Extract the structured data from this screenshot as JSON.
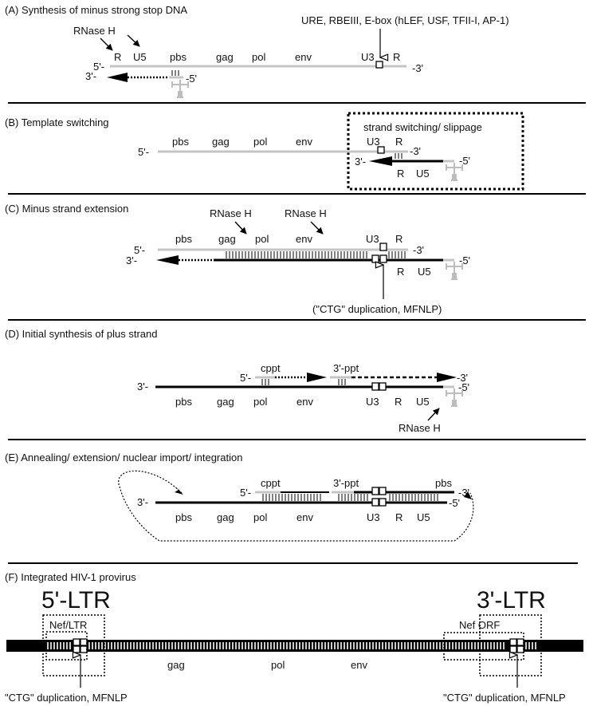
{
  "figure": {
    "subject": "HIV-1 reverse transcription and integration",
    "panels": [
      {
        "id": "A",
        "title": "(A) Synthesis of minus strong stop DNA",
        "labels": {
          "rnase_h": "RNase H",
          "R": "R",
          "U5": "U5",
          "pbs": "pbs",
          "gag": "gag",
          "pol": "pol",
          "env": "env",
          "U3": "U3",
          "R2": "R",
          "five_prime": "5'-",
          "three_prime_end": "-3'",
          "minus_three_prime": "3'-",
          "minus_five_prime": "-5'",
          "annotation": "URE, RBEIII, E-box (hLEF, USF, TFII-I, AP-1)"
        }
      },
      {
        "id": "B",
        "title": "(B) Template switching",
        "labels": {
          "box_caption": "strand switching/ slippage",
          "pbs": "pbs",
          "gag": "gag",
          "pol": "pol",
          "env": "env",
          "U3": "U3",
          "R_top": "R",
          "R_bottom": "R",
          "U5": "U5",
          "five_prime": "5'-",
          "three_prime_end": "-3'",
          "minus_three_prime": "3'-",
          "minus_five_prime": "-5'"
        }
      },
      {
        "id": "C",
        "title": "(C) Minus strand extension",
        "labels": {
          "rnase_h_1": "RNase H",
          "rnase_h_2": "RNase H",
          "pbs": "pbs",
          "gag": "gag",
          "pol": "pol",
          "env": "env",
          "U3": "U3",
          "R_top": "R",
          "R_bottom": "R",
          "U5": "U5",
          "five_prime": "5'-",
          "three_prime_end": "-3'",
          "minus_three_prime": "3'-",
          "minus_five_prime": "-5'",
          "annotation": "(\"CTG\" duplication, MFNLP)"
        }
      },
      {
        "id": "D",
        "title": "(D) Initial synthesis of plus strand",
        "labels": {
          "cppt": "cppt",
          "three_ppt": "3'-ppt",
          "plus_five_prime": "5'-",
          "plus_three_prime_end": "-3'",
          "minus_three_prime": "3'-",
          "minus_five_prime_end": "-5'",
          "pbs": "pbs",
          "gag": "gag",
          "pol": "pol",
          "env": "env",
          "U3": "U3",
          "R": "R",
          "U5": "U5",
          "rnase_h": "RNase H"
        }
      },
      {
        "id": "E",
        "title": "(E) Annealing/ extension/ nuclear import/ integration",
        "labels": {
          "cppt": "cppt",
          "three_ppt": "3'-ppt",
          "pbs_top": "pbs",
          "plus_five_prime": "5'-",
          "plus_three_prime_end": "-3'",
          "minus_three_prime": "3'-",
          "minus_five_prime_end": "-5'",
          "pbs": "pbs",
          "gag": "gag",
          "pol": "pol",
          "env": "env",
          "U3": "U3",
          "R": "R",
          "U5": "U5"
        }
      },
      {
        "id": "F",
        "title": "(F) Integrated HIV-1 provirus",
        "labels": {
          "ltr5": "5'-LTR",
          "ltr3": "3'-LTR",
          "nef_ltr": "Nef/LTR",
          "nef_orf": "Nef ORF",
          "gag": "gag",
          "pol": "pol",
          "env": "env",
          "annotation_left": "\"CTG\" duplication, MFNLP",
          "annotation_right": "\"CTG\" duplication, MFNLP"
        }
      }
    ],
    "colors": {
      "rna_strand": "#c4c4c4",
      "dna_strand": "#000000",
      "divider": "#000000",
      "background": "#ffffff"
    }
  }
}
